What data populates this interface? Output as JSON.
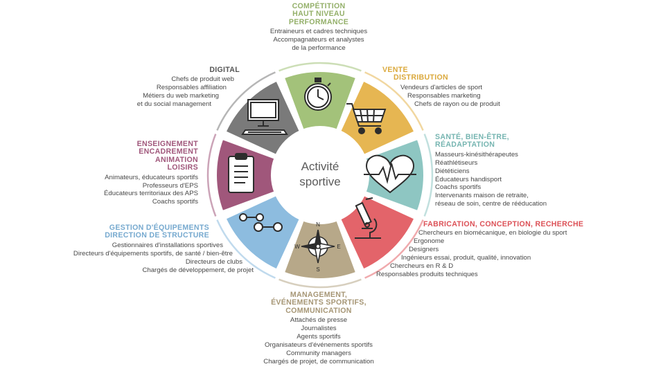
{
  "center": {
    "line1": "Activité",
    "line2": "sportive"
  },
  "colors": {
    "competition": "#a3c27a",
    "vente": "#e6b652",
    "sante": "#8ec6c2",
    "fabrication": "#e3646a",
    "management": "#b7a889",
    "gestion": "#8dbcdf",
    "enseignement": "#a0577b",
    "digital": "#7a7a7a"
  },
  "icons": {
    "competition": "stopwatch-icon",
    "vente": "shopping-cart-icon",
    "sante": "heartbeat-icon",
    "fabrication": "microscope-icon",
    "management": "compass-icon",
    "gestion": "dumbbell-icon",
    "enseignement": "clipboard-icon",
    "digital": "computer-icon"
  },
  "compass": {
    "n": "N",
    "s": "S",
    "e": "E",
    "w": "W"
  },
  "sectors": {
    "competition": {
      "title": [
        "COMPÉTITION",
        "HAUT NIVEAU",
        "PERFORMANCE"
      ],
      "items": [
        "Entraineurs et cadres techniques",
        "Accompagnateurs et analystes",
        "de la performance"
      ]
    },
    "vente": {
      "title": [
        "VENTE",
        "DISTRIBUTION"
      ],
      "items": [
        "Vendeurs d'articles de sport",
        "Responsables marketing",
        "Chefs de rayon ou de produit"
      ]
    },
    "sante": {
      "title": [
        "SANTÉ, BIEN-ÊTRE,",
        "RÉADAPTATION"
      ],
      "items": [
        "Masseurs-kinésithérapeutes",
        "Réathlétiseurs",
        "Diététiciens",
        "Éducateurs handisport",
        "Coachs sportifs",
        "Intervenants maison de retraite,",
        "réseau de soin, centre de rééducation"
      ]
    },
    "fabrication": {
      "title": [
        "FABRICATION, CONCEPTION, RECHERCHE"
      ],
      "items": [
        "Chercheurs en biomécanique, en biologie du sport",
        "Ergonome",
        "Designers",
        "Ingénieurs essai, produit, qualité, innovation",
        "Chercheurs en R & D",
        "Responsables produits techniques"
      ]
    },
    "management": {
      "title": [
        "MANAGEMENT,",
        "ÉVÉNEMENTS SPORTIFS,",
        "COMMUNICATION"
      ],
      "items": [
        "Attachés de presse",
        "Journalistes",
        "Agents sportifs",
        "Organisateurs d'événements sportifs",
        "Community managers",
        "Chargés de projet, de communication"
      ]
    },
    "gestion": {
      "title": [
        "GESTION D'ÉQUIPEMENTS",
        "DIRECTION DE STRUCTURE"
      ],
      "items": [
        "Gestionnaires d'installations sportives",
        "Directeurs d'équipements sportifs, de santé / bien-être",
        "Directeurs de clubs",
        "Chargés de développement, de projet"
      ]
    },
    "enseignement": {
      "title": [
        "ENSEIGNEMENT",
        "ENCADREMENT",
        "ANIMATION",
        "LOISIRS"
      ],
      "items": [
        "Animateurs, éducateurs sportifs",
        "Professeurs d'EPS",
        "Éducateurs territoriaux des APS",
        "Coachs sportifs"
      ]
    },
    "digital": {
      "title": [
        "DIGITAL"
      ],
      "items": [
        "Chefs de produit web",
        "Responsables affiliation",
        "Métiers du web marketing",
        "et du social management"
      ]
    }
  }
}
